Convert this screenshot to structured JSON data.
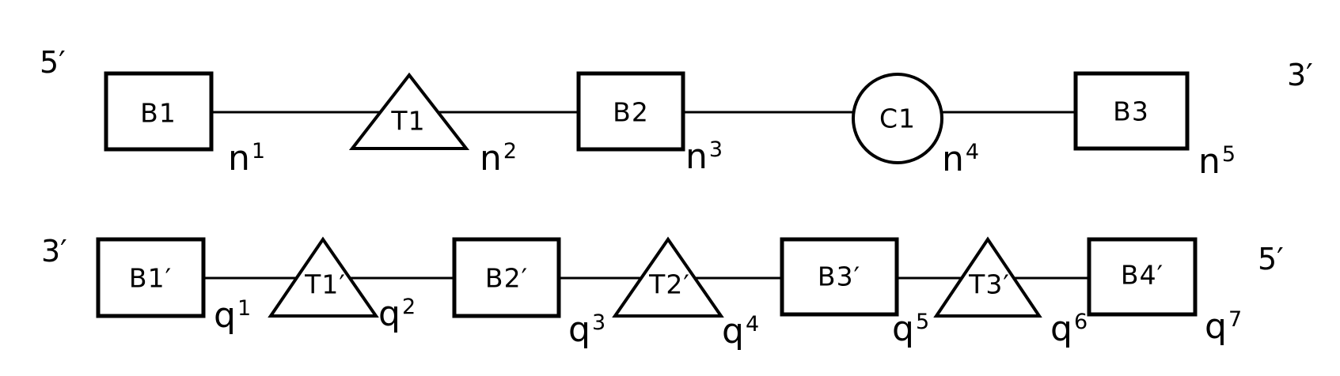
{
  "colors": {
    "ink": "#000000",
    "background": "#ffffff"
  },
  "strands": [
    {
      "id": "top",
      "left_end": "5′",
      "right_end": "3′",
      "nodes": [
        {
          "shape": "rect",
          "label": "B1"
        },
        {
          "shape": "triangle",
          "label": "T1"
        },
        {
          "shape": "rect",
          "label": "B2"
        },
        {
          "shape": "circle",
          "label": "C1"
        },
        {
          "shape": "rect",
          "label": "B3"
        }
      ],
      "junction_labels": [
        {
          "base": "n",
          "sup": "1"
        },
        {
          "base": "n",
          "sup": "2"
        },
        {
          "base": "n",
          "sup": "3"
        },
        {
          "base": "n",
          "sup": "4"
        },
        {
          "base": "n",
          "sup": "5"
        }
      ]
    },
    {
      "id": "bottom",
      "left_end": "3′",
      "right_end": "5′",
      "nodes": [
        {
          "shape": "rect",
          "label": "B1′"
        },
        {
          "shape": "triangle",
          "label": "T1′"
        },
        {
          "shape": "rect",
          "label": "B2′"
        },
        {
          "shape": "triangle",
          "label": "T2′"
        },
        {
          "shape": "rect",
          "label": "B3′"
        },
        {
          "shape": "triangle",
          "label": "T3′"
        },
        {
          "shape": "rect",
          "label": "B4′"
        }
      ],
      "junction_labels": [
        {
          "base": "q",
          "sup": "1"
        },
        {
          "base": "q",
          "sup": "2"
        },
        {
          "base": "q",
          "sup": "3"
        },
        {
          "base": "q",
          "sup": "4"
        },
        {
          "base": "q",
          "sup": "5"
        },
        {
          "base": "q",
          "sup": "6"
        },
        {
          "base": "q",
          "sup": "7"
        }
      ]
    }
  ]
}
